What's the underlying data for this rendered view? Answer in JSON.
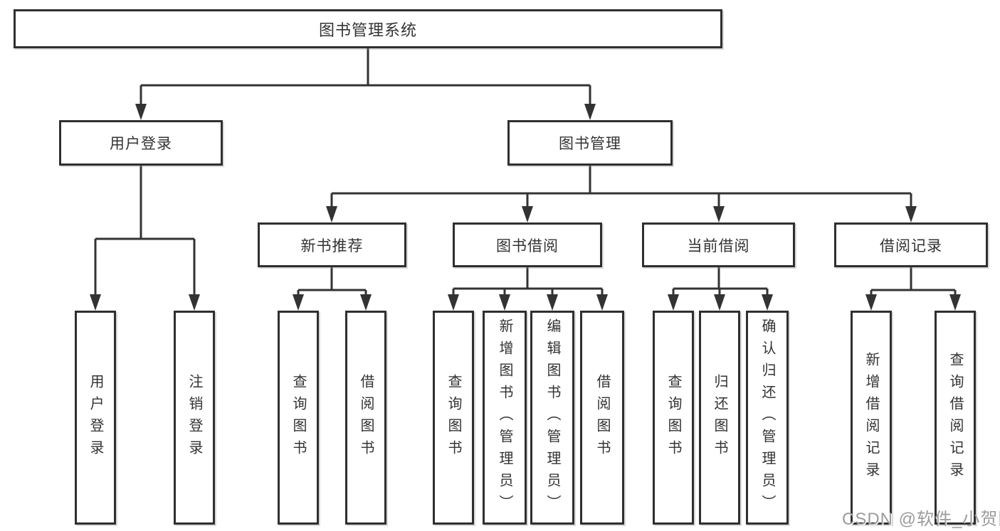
{
  "watermark": "CSDN @软件_小贺同学",
  "colors": {
    "line": "#333333",
    "box_border": "#2f2f2f",
    "box_fill": "#ffffff",
    "text": "#333333",
    "watermark": "#9b9b9b"
  },
  "tree": {
    "label": "图书管理系统",
    "children": [
      {
        "label": "用户登录",
        "children": [
          {
            "label": "用户登录"
          },
          {
            "label": "注销登录"
          }
        ]
      },
      {
        "label": "图书管理",
        "children": [
          {
            "label": "新书推荐",
            "children": [
              {
                "label": "查询图书"
              },
              {
                "label": "借阅图书"
              }
            ]
          },
          {
            "label": "图书借阅",
            "children": [
              {
                "label": "查询图书"
              },
              {
                "label": "新增图书（管理员）"
              },
              {
                "label": "编辑图书（管理员）"
              },
              {
                "label": "借阅图书"
              }
            ]
          },
          {
            "label": "当前借阅",
            "children": [
              {
                "label": "查询图书"
              },
              {
                "label": "归还图书"
              },
              {
                "label": "确认归还（管理员）"
              }
            ]
          },
          {
            "label": "借阅记录",
            "children": [
              {
                "label": "新增借阅记录"
              },
              {
                "label": "查询借阅记录"
              }
            ]
          }
        ]
      }
    ]
  }
}
